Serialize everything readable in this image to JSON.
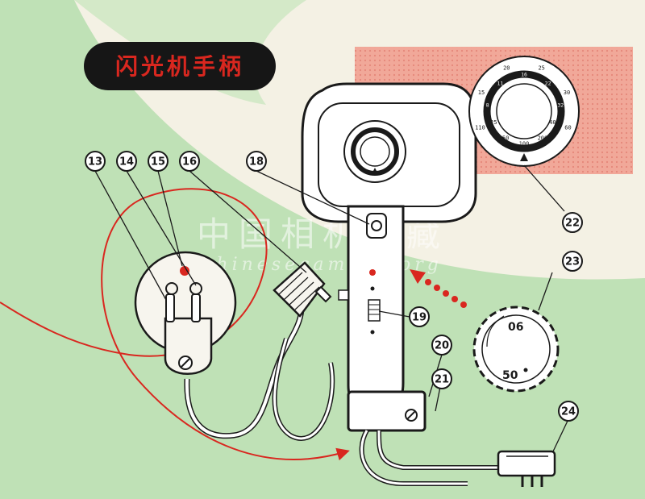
{
  "title": "闪光机手柄",
  "watermark": {
    "cn": "中国相机收藏",
    "en": "chinesecamera.org"
  },
  "callouts": [
    "13",
    "14",
    "15",
    "16",
    "18",
    "19",
    "20",
    "21",
    "22",
    "23",
    "24"
  ],
  "dial_23": {
    "top_label": "06",
    "bottom_label": "50"
  },
  "dial_22": {
    "outer_scale": [
      "110",
      "15",
      "20",
      "25",
      "30",
      "60"
    ],
    "middle_scale": [
      "8",
      "11",
      "16",
      "22",
      "32"
    ],
    "inner_scale": [
      "25",
      "50",
      "100",
      "200",
      "400"
    ]
  },
  "colors": {
    "bg_green": "#bfe1b6",
    "bg_cream": "#f4f1e4",
    "red_panel": "#f1a899",
    "accent_red": "#d9271f",
    "ink": "#1a1a1a",
    "device": "#ffffff"
  }
}
